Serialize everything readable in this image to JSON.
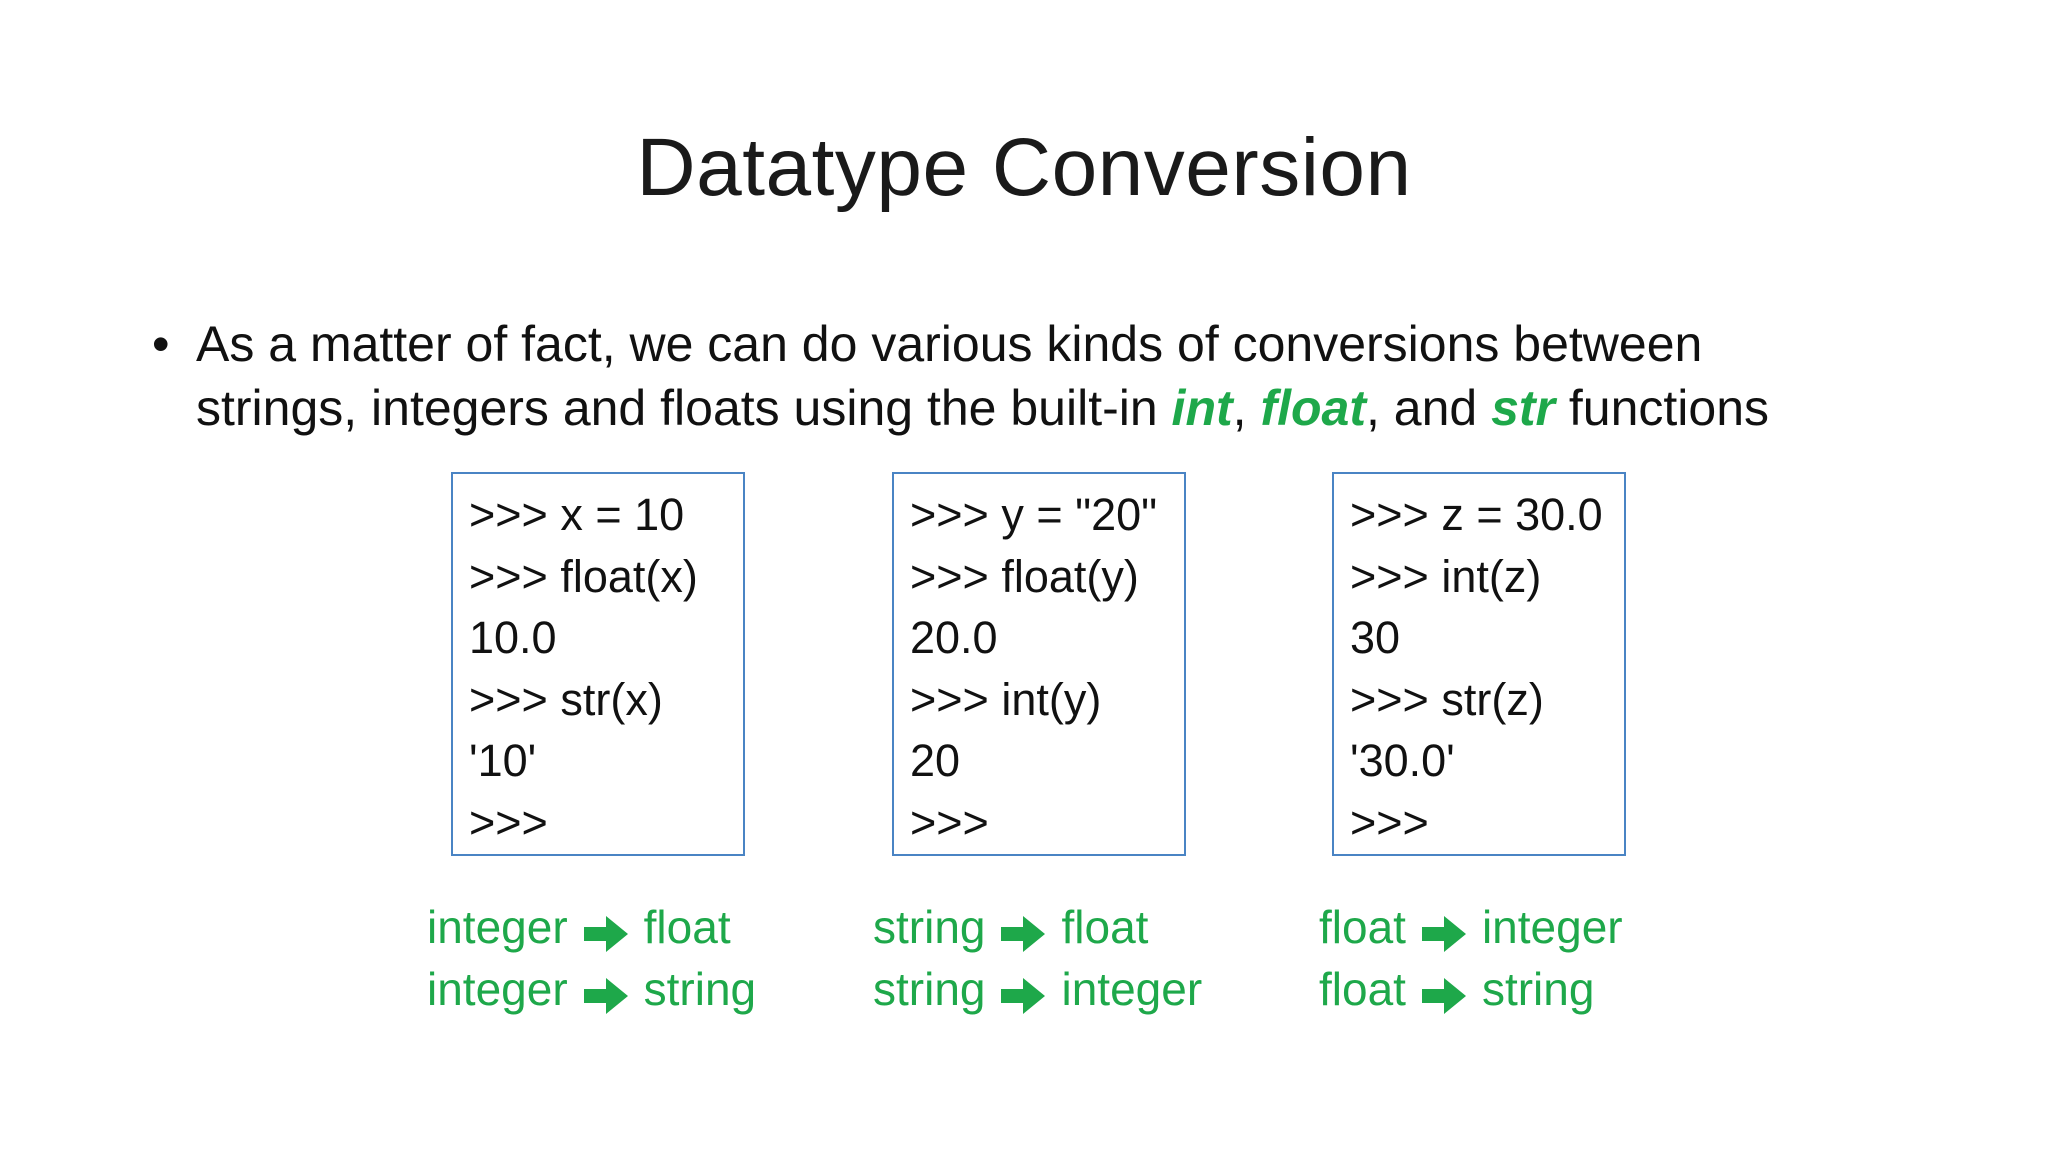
{
  "slide": {
    "title": "Datatype Conversion",
    "bullet": {
      "marker": "•",
      "line1": "As a matter of fact, we can do various kinds of conversions between",
      "line2_part1": "strings, integers and floats using the built-in ",
      "kw_int": "int",
      "sep1": ", ",
      "kw_float": "float",
      "sep2": ", and ",
      "kw_str": "str",
      "line2_part2": " functions"
    },
    "code_boxes": [
      {
        "lines": [
          ">>> x = 10",
          ">>> float(x)",
          "10.0",
          ">>> str(x)",
          "'10'",
          ">>>"
        ]
      },
      {
        "lines": [
          ">>> y = \"20\"",
          ">>> float(y)",
          "20.0",
          ">>> int(y)",
          "20",
          ">>>"
        ]
      },
      {
        "lines": [
          ">>> z = 30.0",
          ">>> int(z)",
          "30",
          ">>> str(z)",
          "'30.0'",
          ">>>"
        ]
      }
    ],
    "conversions": [
      {
        "rows": [
          {
            "from": "integer",
            "to": "float"
          },
          {
            "from": "integer",
            "to": "string"
          }
        ]
      },
      {
        "rows": [
          {
            "from": "string",
            "to": "float"
          },
          {
            "from": "string",
            "to": "integer"
          }
        ]
      },
      {
        "rows": [
          {
            "from": "float",
            "to": "integer"
          },
          {
            "from": "float",
            "to": "string"
          }
        ]
      }
    ],
    "colors": {
      "accent_green": "#1ea84a",
      "box_border": "#4a84c4",
      "text": "#111111"
    },
    "icons": {
      "arrow": "right-arrow-icon"
    }
  }
}
